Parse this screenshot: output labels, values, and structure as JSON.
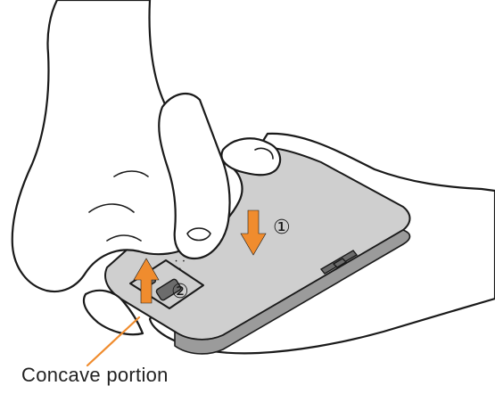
{
  "labels": {
    "step_1": "①",
    "step_2": "②",
    "caption": "Concave portion"
  },
  "colors": {
    "arrow": "#f08c2e",
    "leader_line": "#f08c2e",
    "device_fill": "#cfcfcf",
    "outline": "#1a1a1a"
  }
}
